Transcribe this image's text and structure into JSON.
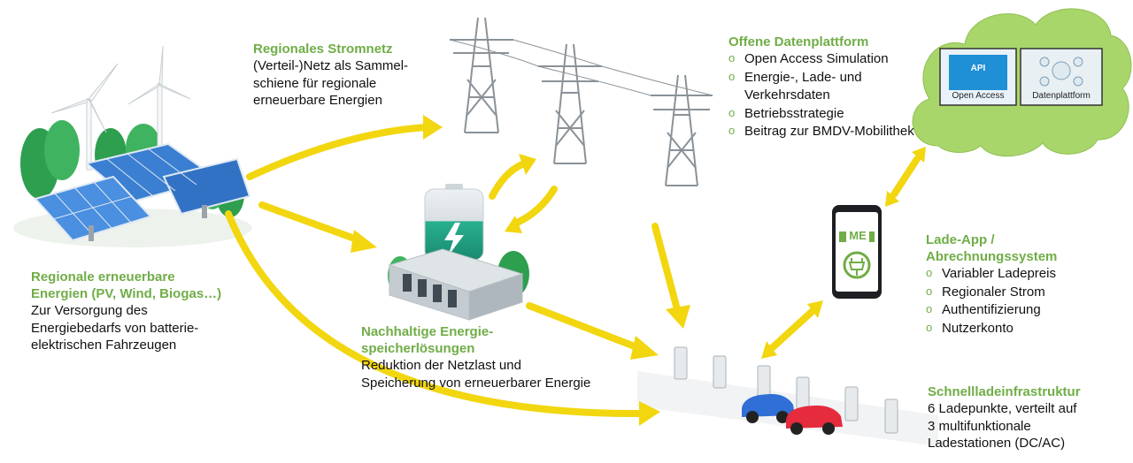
{
  "sections": {
    "regional_grid": {
      "title": "Regionales Stromnetz",
      "lines": [
        "(Verteil-)Netz als Sammel-",
        "schiene für regionale",
        "erneuerbare Energien"
      ]
    },
    "open_data": {
      "title": "Offene Datenplattform",
      "items": [
        "Open Access Simulation",
        "Energie-, Lade- und",
        "Verkehrsdaten",
        "Betriebsstrategie",
        "Beitrag zur BMDV-Mobilithek"
      ],
      "bullets": [
        true,
        true,
        false,
        true,
        true
      ]
    },
    "renewables": {
      "title_lines": [
        "Regionale erneuerbare",
        "Energien (PV, Wind, Biogas…)"
      ],
      "lines": [
        "Zur Versorgung des",
        "Energiebedarfs von batterie-",
        "elektrischen Fahrzeugen"
      ]
    },
    "storage": {
      "title_lines": [
        "Nachhaltige Energie-",
        "speicherlösungen"
      ],
      "lines": [
        "Reduktion der Netzlast und",
        "Speicherung von erneuerbarer Energie"
      ]
    },
    "app": {
      "title_lines": [
        "Lade-App /",
        "Abrechnungssystem"
      ],
      "items": [
        "Variabler Ladepreis",
        "Regionaler Strom",
        "Authentifizierung",
        "Nutzerkonto"
      ],
      "logo_text": "ME"
    },
    "charging": {
      "title": "Schnellladeinfrastruktur",
      "lines": [
        "6 Ladepunkte, verteilt auf",
        "3 multifunktionale",
        "Ladestationen (DC/AC)"
      ]
    }
  },
  "cloud": {
    "tiles": [
      {
        "label": "Open Access",
        "icon_text": "API"
      },
      {
        "label": "Datenplattform"
      }
    ]
  },
  "colors": {
    "green": "#70ad47",
    "arrow_yellow": "#f2d60f",
    "cloud": "#a9d66a",
    "panel_blue": "#3a7fd1",
    "tree_green": "#2e9e4f"
  }
}
